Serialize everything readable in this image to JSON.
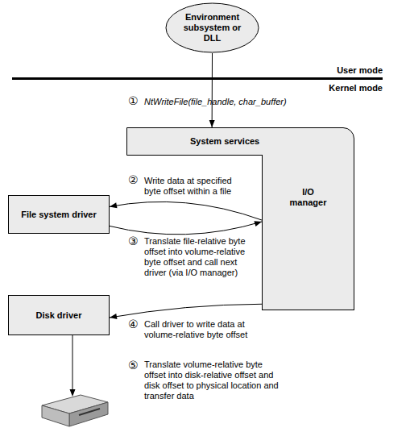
{
  "diagram": {
    "nodes": [
      {
        "text": [
          "Environment subsystem or DLL"
        ]
      },
      {
        "text": [
          "System services"
        ]
      },
      {
        "text": [
          "I/O manager"
        ]
      },
      {
        "text": [
          "File system driver"
        ]
      },
      {
        "text": [
          "Disk driver"
        ]
      }
    ],
    "edges": [
      {
        "from": 0,
        "to": 1,
        "arrow": "to",
        "label": "NtWriteFile(file_handle, char_buffer)"
      },
      {
        "from": 2,
        "to": 3,
        "arrow": "to",
        "label": "Write data at specified byte offset within a file"
      },
      {
        "from": 3,
        "to": 2,
        "arrow": "to",
        "label": "Translate file-relative byte offset into volume-relative byte offset and call next driver (via I/O manager)"
      },
      {
        "from": 2,
        "to": 4,
        "arrow": "to",
        "label": "Call driver to write data at volume-relative byte offset"
      }
    ],
    "labels": [
      "User mode",
      "Kernel mode",
      "①",
      "②",
      "③",
      "④",
      "⑤",
      "Translate volume-relative byte offset into disk-relative offset and disk offset to physical location and transfer data"
    ]
  }
}
